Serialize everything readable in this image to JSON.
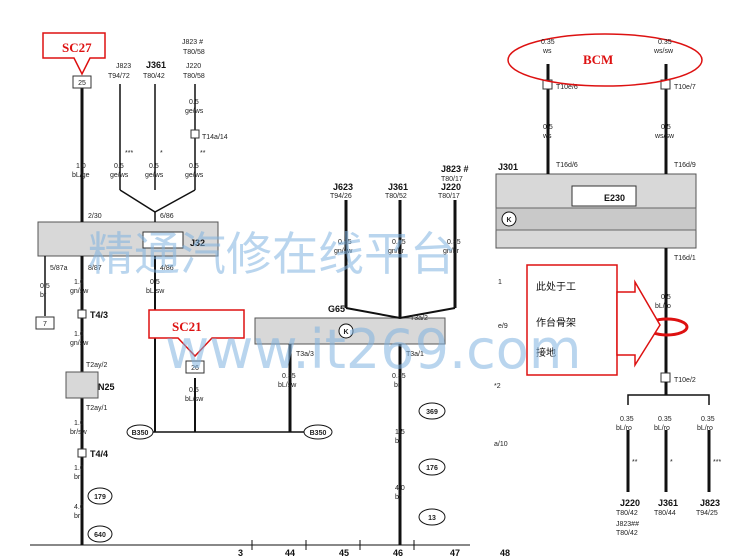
{
  "callouts": {
    "sc27": "SC27",
    "sc21": "SC21",
    "bcm": "BCM",
    "ground_note": [
      "此处于工",
      "作台骨架",
      "接地"
    ]
  },
  "watermark": {
    "line1": "精通汽修在线平台",
    "line2": "www.it269.com"
  },
  "components": {
    "j32": "J32",
    "n25": "N25",
    "g65": "G65",
    "j301": "J301",
    "e230": "E230",
    "k_mark": "K"
  },
  "top_refs": {
    "j823_a": "J823",
    "t94_72": "T94/72",
    "j361_a": "J361",
    "t80_42": "T80/42",
    "j220_a": "J220",
    "t80_58": "T80/58",
    "j823_b": "J823 #",
    "t80_58b": "T80/58",
    "j623": "J623",
    "t94_26": "T94/26",
    "j361_b": "J361",
    "t80_52": "T80/52",
    "j220_b": "J220",
    "t80_17": "T80/17",
    "j823_c": "J823 #",
    "t80_17b": "T80/17"
  },
  "wires": {
    "w1": [
      "1.0",
      "bL/ge"
    ],
    "w2": [
      "0.5",
      "ge/ws",
      "***"
    ],
    "w3": [
      "0.5",
      "ge/ws",
      "*"
    ],
    "w4": [
      "0.5",
      "ge/ws",
      "**"
    ],
    "w4top": [
      "0.5",
      "ge/ws"
    ],
    "w5": [
      "0.5",
      "br"
    ],
    "w6": [
      "1.0",
      "gn/sw"
    ],
    "w7": [
      "0.5",
      "bL/sw"
    ],
    "w8": [
      "1.0",
      "gn/sw"
    ],
    "w9": [
      "1.0",
      "br/sw"
    ],
    "w10": [
      "1.0",
      "br"
    ],
    "w11": [
      "4.0",
      "br"
    ],
    "w12": [
      "0.5",
      "bL/sw"
    ],
    "g65a": [
      "0.35",
      "gn/sw"
    ],
    "g65b": [
      "0.35",
      "gn/br"
    ],
    "g65c": [
      "0.35",
      "gn/br"
    ],
    "g65d": [
      "0.35",
      "bL/sw"
    ],
    "g65e": [
      "0.35",
      "br"
    ],
    "g65f": [
      "1.5",
      "br"
    ],
    "g65g": [
      "4.0",
      "br"
    ],
    "bcm1": [
      "0.35",
      "ws"
    ],
    "bcm2": [
      "0.35",
      "ws/sw"
    ],
    "bcm3": [
      "0.5",
      "ws"
    ],
    "bcm4": [
      "0.5",
      "ws/sw"
    ],
    "bcm5": [
      "0.5",
      "bL/ro"
    ],
    "out1": [
      "0.35",
      "bL/ro",
      "**"
    ],
    "out2": [
      "0.35",
      "bL/ro",
      "*"
    ],
    "out3": [
      "0.35",
      "bL/ro",
      "***"
    ]
  },
  "pins": {
    "p25": "25",
    "p2_30": "2/30",
    "p5_87a": "5/87a",
    "p8_87": "8/87",
    "p6_86": "6/86",
    "p4_86": "4/86",
    "t4_3": "T4/3",
    "t2ay_2": "T2ay/2",
    "t2ay_1": "T2ay/1",
    "t4_4": "T4/4",
    "t14a_14": "T14a/14",
    "t3a_3": "T3a/3",
    "t3a_2": "T3a/2",
    "t3a_1": "T3a/1",
    "p26": "26",
    "t10e_6": "T10e/6",
    "t10e_7": "T10e/7",
    "t16d_6": "T16d/6",
    "t16d_9": "T16d/9",
    "t16d_1": "T16d/1",
    "t10e_2": "T10e/2",
    "p7": "7",
    "side_e9": "e/9",
    "side_2": "*2",
    "side_a10": "a/10",
    "side_1": "1"
  },
  "grounds": {
    "g179": "179",
    "g640": "640",
    "g369": "369",
    "g176": "176",
    "g13": "13",
    "b350a": "B350",
    "b350b": "B350"
  },
  "bottom_refs": {
    "j220": "J220",
    "t80_42": "T80/42",
    "j823": "J823##",
    "t80_42b": "T80/42",
    "j361": "J361",
    "t80_44": "T80/44",
    "j823b": "J823",
    "t94_25": "T94/25"
  },
  "footer_numbers": [
    "3",
    "44",
    "45",
    "46",
    "47",
    "48"
  ]
}
